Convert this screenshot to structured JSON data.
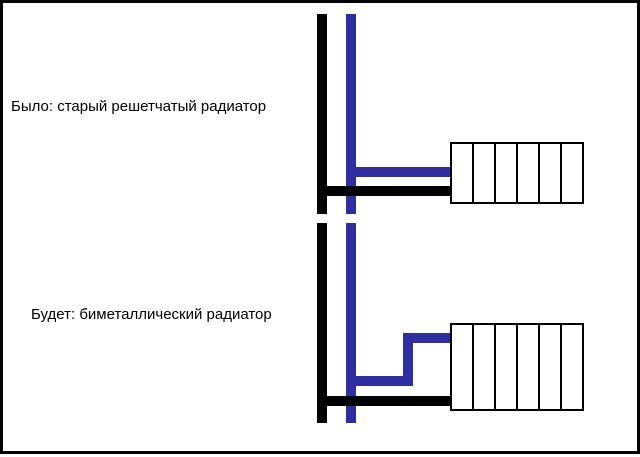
{
  "labels": {
    "before": "Было: старый решетчатый радиатор",
    "after": "Будет: биметаллический радиатор"
  },
  "colors": {
    "supply_pipe": "#2e2ea0",
    "return_pipe": "#000000",
    "radiator_outline": "#000000",
    "background": "#ffffff"
  },
  "diagrams": {
    "before": {
      "radiator_type": "old lattice",
      "sections": 6
    },
    "after": {
      "radiator_type": "bimetallic",
      "sections": 6
    }
  }
}
